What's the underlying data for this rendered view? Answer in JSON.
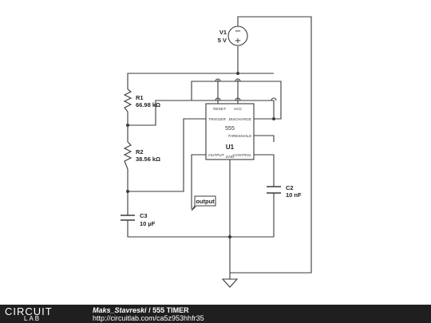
{
  "circuit": {
    "v1_name": "V1",
    "v1_value": "5 V",
    "r1_name": "R1",
    "r1_value": "66.98 kΩ",
    "r2_name": "R2",
    "r2_value": "38.56 kΩ",
    "c3_name": "C3",
    "c3_value": "10 µF",
    "c2_name": "C2",
    "c2_value": "10 nF",
    "u1_name": "U1",
    "u1_part": "555",
    "pins": {
      "reset": "RESET",
      "vcc": "VCC",
      "trigger": "TRIGGER",
      "discharge": "DISCHARGE",
      "threshold": "THRESHOLD",
      "output": "OUTPUT",
      "gnd": "GND",
      "control": "CONTROL"
    },
    "output_label": "output"
  },
  "footer": {
    "logo_top": "CIRCUIT",
    "logo_bottom": "LAB",
    "author": "Maks_Stavreski",
    "separator": " / ",
    "title": "555 TIMER",
    "url": "http://circuitlab.com/ca5z953hhfr35"
  }
}
